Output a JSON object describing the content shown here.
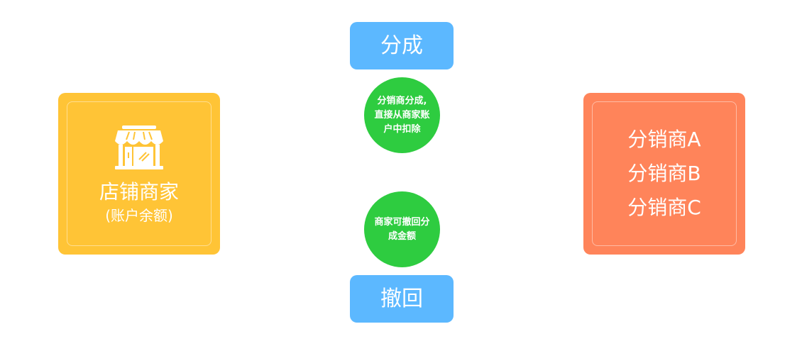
{
  "store_card": {
    "title": "店铺商家",
    "subtitle": "(账户余额)",
    "icon": "storefront-icon",
    "color": "#ffc436"
  },
  "distributors_card": {
    "items": [
      "分销商A",
      "分销商B",
      "分销商C"
    ],
    "color": "#ff845a"
  },
  "top_action": {
    "label": "分成",
    "color": "#5cb8ff"
  },
  "top_note": {
    "lines": [
      "分销商分成,",
      "直接从商家账",
      "户中扣除"
    ],
    "color": "#2ecc40"
  },
  "bottom_note": {
    "lines": [
      "商家可撤回分",
      "成金额"
    ],
    "color": "#2ecc40"
  },
  "bottom_action": {
    "label": "撤回",
    "color": "#5cb8ff"
  }
}
